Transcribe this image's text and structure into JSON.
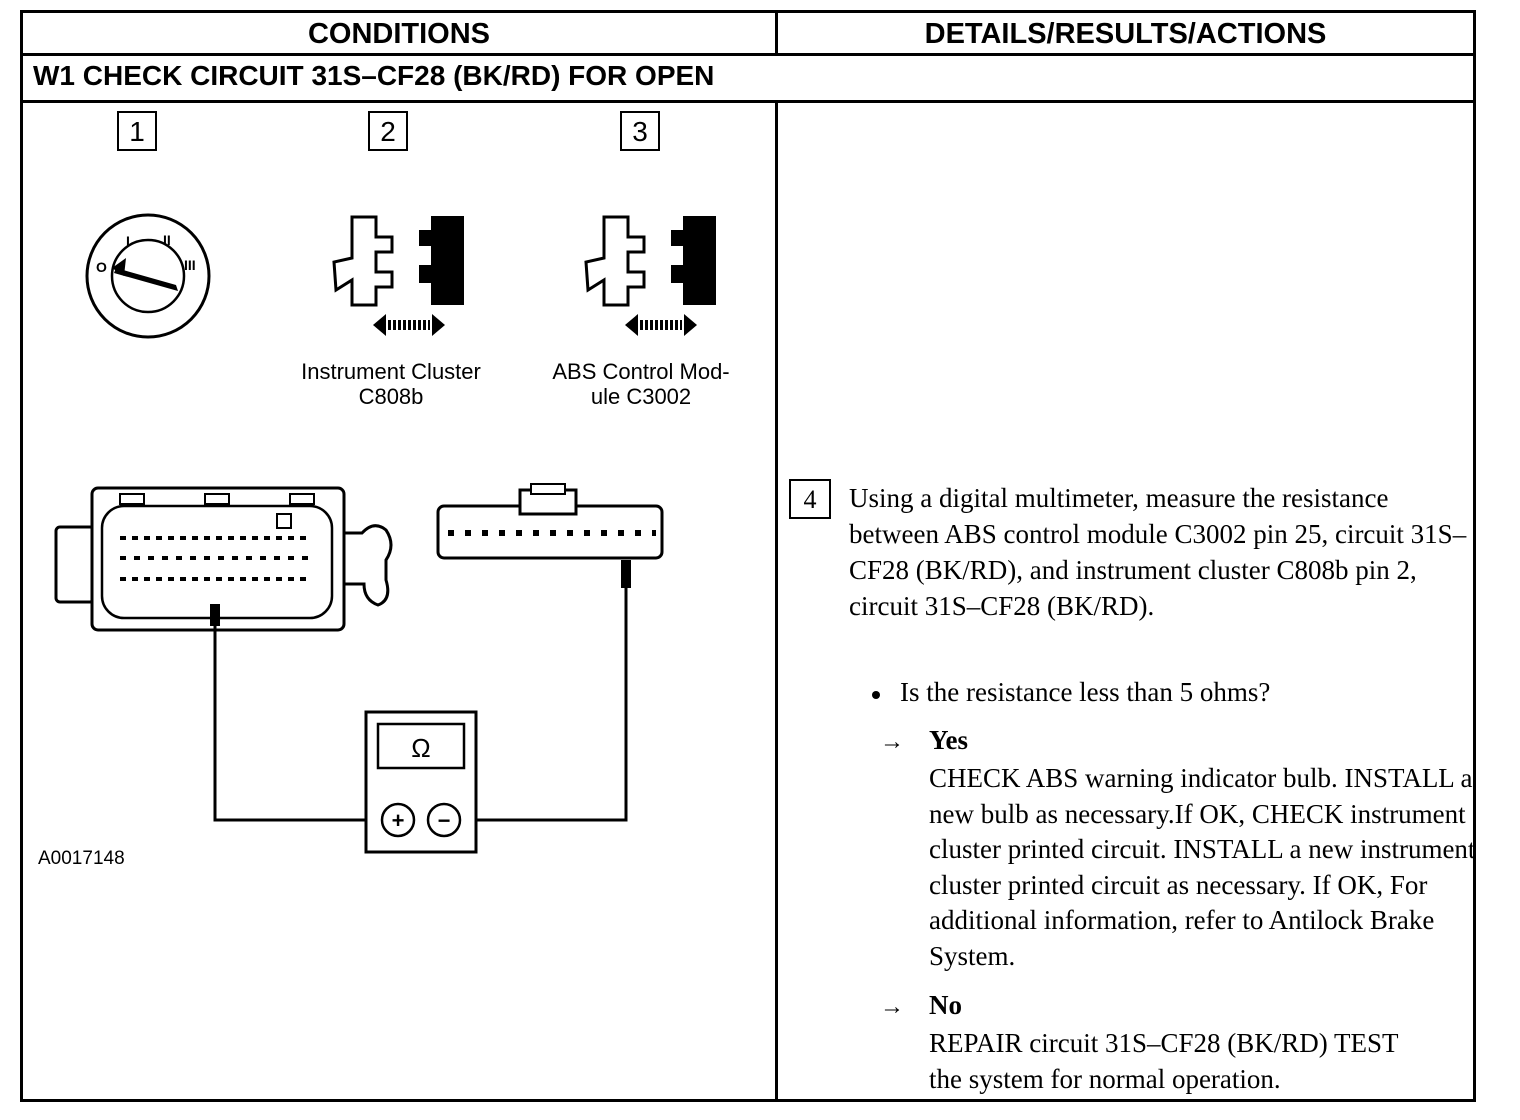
{
  "header": {
    "conditions": "CONDITIONS",
    "details": "DETAILS/RESULTS/ACTIONS"
  },
  "step": {
    "title": "W1  CHECK CIRCUIT 31S–CF28 (BK/RD) FOR OPEN"
  },
  "figure": {
    "step_numbers": [
      "1",
      "2",
      "3"
    ],
    "ignition_marks": [
      "O",
      "I",
      "II",
      "III"
    ],
    "connector_2_label_line1": "Instrument Cluster",
    "connector_2_label_line2": "C808b",
    "connector_3_label_line1": "ABS Control Mod-",
    "connector_3_label_line2": "ule C3002",
    "meter_symbol": "Ω",
    "meter_plus": "+",
    "meter_minus": "−",
    "figure_id": "A0017148"
  },
  "details": {
    "step_number": "4",
    "instruction": "Using a digital multimeter, measure the resistance between ABS control module C3002 pin 25, circuit 31S–CF28 (BK/RD), and instrument cluster C808b pin 2, circuit 31S–CF28 (BK/RD).",
    "question": "Is the resistance less than 5 ohms?",
    "arrow_symbol": "→",
    "yes_label": "Yes",
    "yes_action": "CHECK ABS warning indicator bulb. INSTALL a new bulb as necessary.If OK, CHECK instrument cluster printed circuit. INSTALL a new instrument cluster printed circuit as necessary. If OK, For additional information, refer to Antilock Brake System.",
    "no_label": "No",
    "no_action": "REPAIR circuit 31S–CF28 (BK/RD) TEST the system for normal operation."
  }
}
